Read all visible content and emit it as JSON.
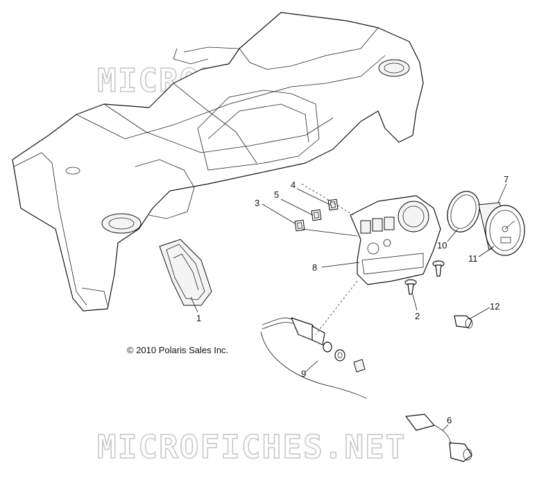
{
  "copyright": "© 2010 Polaris Sales Inc.",
  "watermark": "MICROFICHES.NET",
  "callouts": [
    "1",
    "2",
    "3",
    "4",
    "5",
    "6",
    "7",
    "8",
    "9",
    "10",
    "11",
    "12"
  ]
}
